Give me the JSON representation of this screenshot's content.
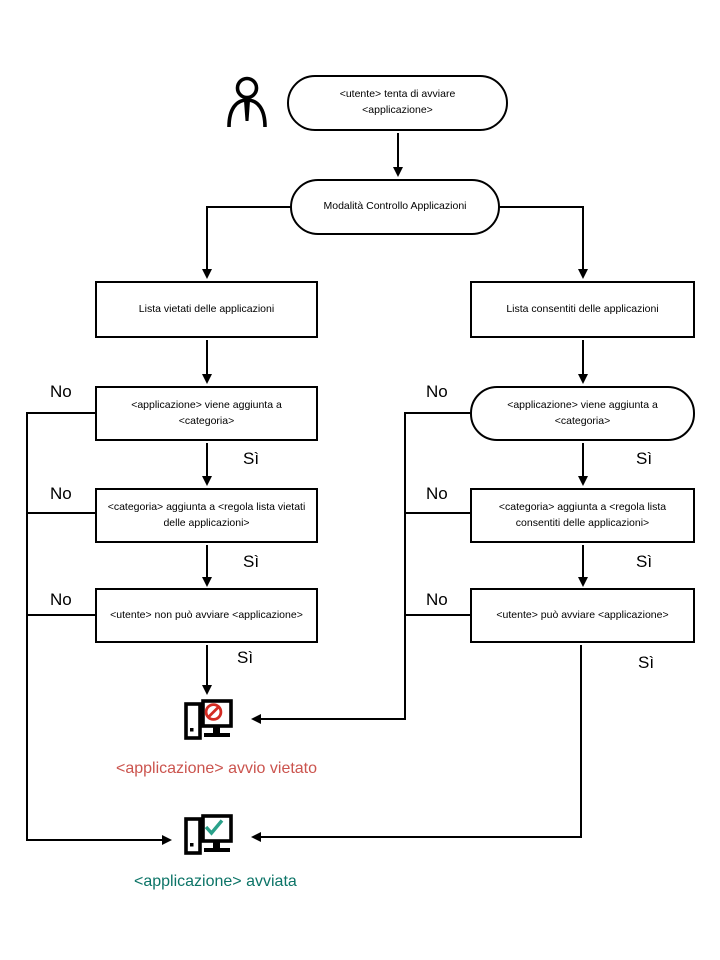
{
  "flowchart": {
    "colors": {
      "line": "#000000",
      "denied": "#cb544e",
      "allowed": "#0c7467",
      "prohibit": "#d32b22",
      "check": "#2aa18a"
    },
    "labels": {
      "yes": "Sì",
      "no": "No"
    },
    "nodes": {
      "start": {
        "lines": [
          "<utente> tenta di avviare",
          "<applicazione>"
        ]
      },
      "mode": {
        "lines": [
          "Modalità Controllo Applicazioni"
        ]
      },
      "left_list": {
        "lines": [
          "Lista vietati delle applicazioni"
        ]
      },
      "left_step1": {
        "lines": [
          "<applicazione> viene aggiunta a",
          "<categoria>"
        ]
      },
      "left_step2": {
        "lines": [
          "<categoria> aggiunta a <regola lista vietati",
          "delle applicazioni>"
        ]
      },
      "left_step3": {
        "lines": [
          "<utente> non può avviare <applicazione>"
        ]
      },
      "right_list": {
        "lines": [
          "Lista consentiti delle applicazioni"
        ]
      },
      "right_step1": {
        "lines": [
          "<applicazione> viene aggiunta a",
          "<categoria>"
        ]
      },
      "right_step2": {
        "lines": [
          "<categoria> aggiunta a <regola lista",
          "consentiti delle applicazioni>"
        ]
      },
      "right_step3": {
        "lines": [
          "<utente> può avviare <applicazione>"
        ]
      }
    },
    "results": {
      "denied": "<applicazione> avvio vietato",
      "allowed": "<applicazione> avviata"
    }
  }
}
